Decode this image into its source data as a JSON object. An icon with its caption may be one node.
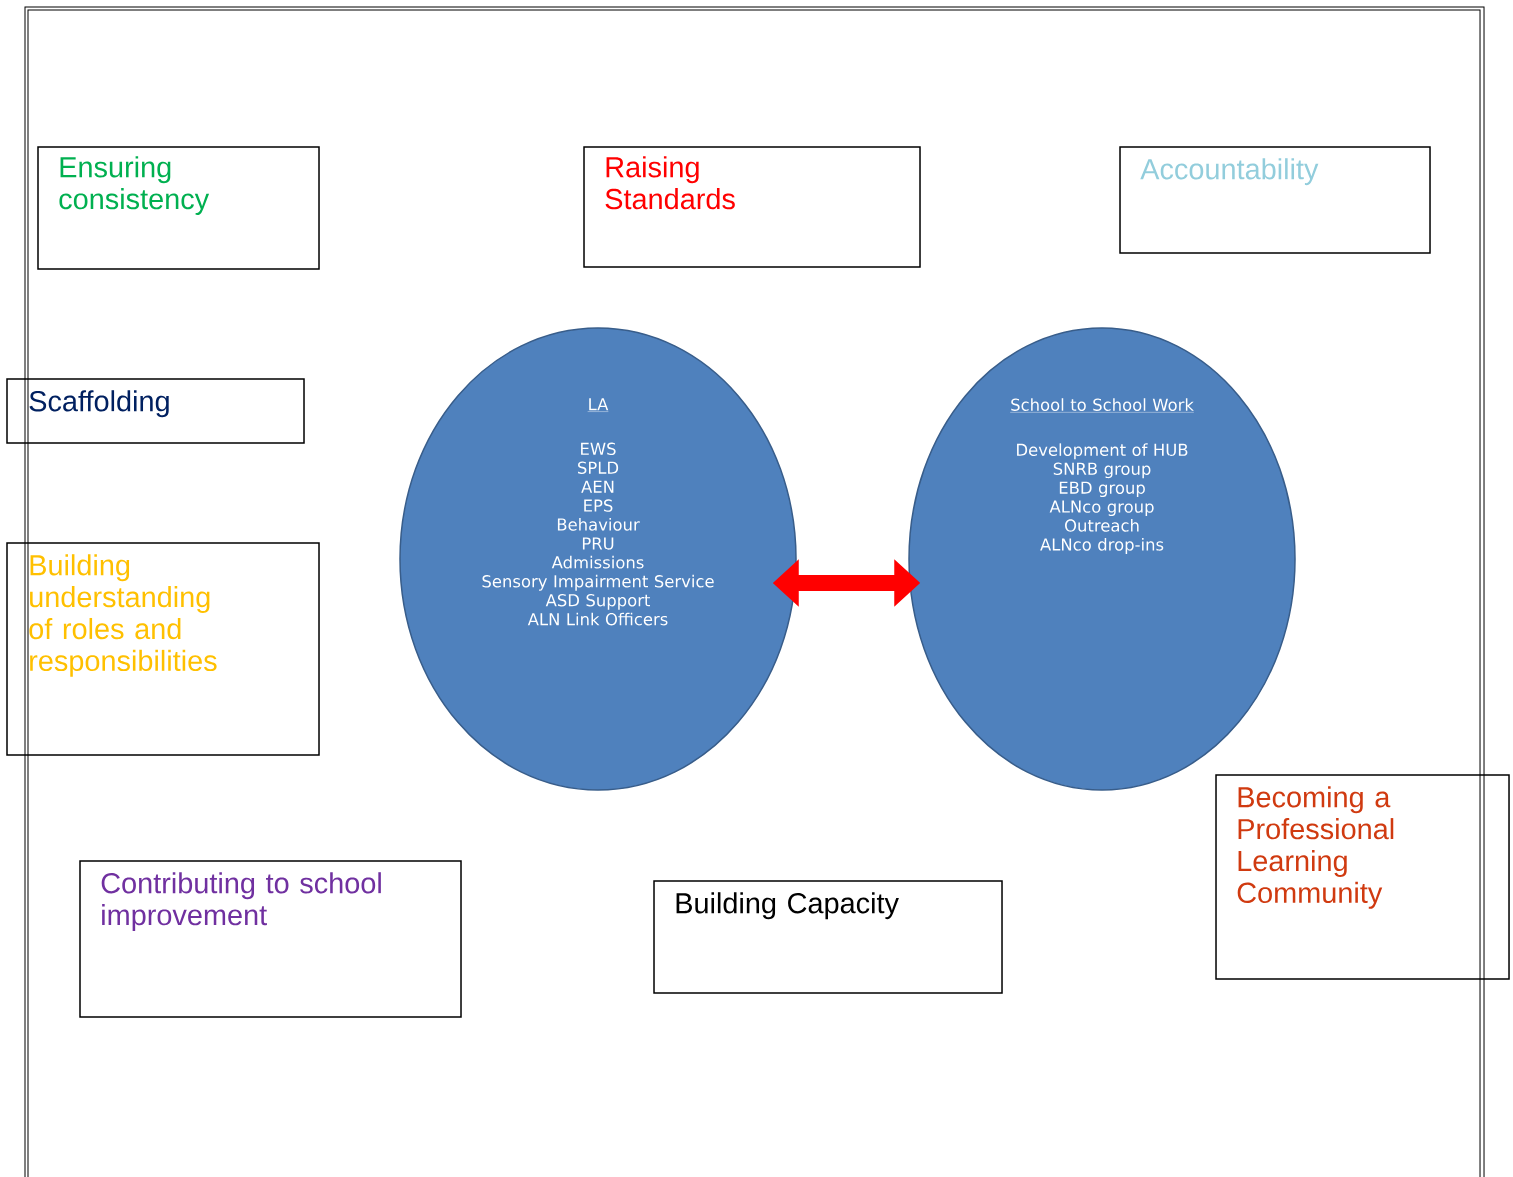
{
  "diagram": {
    "nodes": [
      {
        "text": [
          "Ensuring consistency"
        ]
      },
      {
        "text": [
          "Raising Standards"
        ]
      },
      {
        "text": [
          "Accountability"
        ]
      },
      {
        "text": [
          "Scaffolding"
        ]
      },
      {
        "text": [
          "Building understanding of roles and responsibilities"
        ]
      },
      {
        "text": [
          "LA",
          "EWS",
          "SPLD",
          "AEN",
          "EPS",
          "Behaviour",
          "PRU",
          "Admissions",
          "Sensory Impairment Service",
          "ASD Support",
          "ALN Link Officers"
        ]
      },
      {
        "text": [
          "School to School Work",
          "Development of HUB",
          "SNRB group",
          "EBD group",
          "ALNco group",
          "Outreach",
          "ALNco drop-ins"
        ]
      },
      {
        "text": [
          "Becoming a Professional Learning Community"
        ]
      },
      {
        "text": [
          "Contributing to school improvement"
        ]
      },
      {
        "text": [
          "Building Capacity"
        ]
      }
    ],
    "edges": [
      {
        "from": 5,
        "to": 6,
        "arrow": "both",
        "color": "#ff0000"
      }
    ]
  }
}
